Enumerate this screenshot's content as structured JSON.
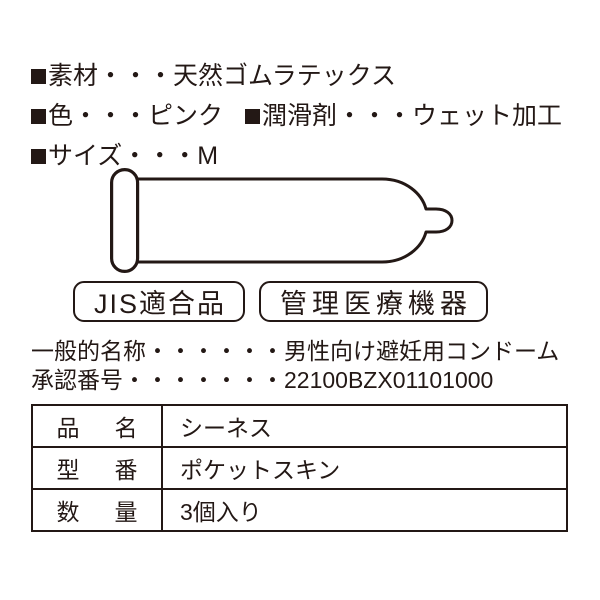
{
  "specs": {
    "lines": [
      {
        "segments": [
          {
            "bullet": "filled-square-bullet",
            "text": "素材・・・天然ゴムラテックス"
          }
        ]
      },
      {
        "segments": [
          {
            "bullet": "filled-square-bullet",
            "text": "色・・・ピンク"
          },
          {
            "bullet": "filled-square-bullet",
            "text": "潤滑剤・・・ウェット加工"
          }
        ]
      },
      {
        "segments": [
          {
            "bullet": "filled-square-bullet",
            "text": "サイズ・・・M"
          }
        ]
      }
    ]
  },
  "illustration": {
    "name": "condom-line-drawing",
    "description": "rolled condom outline with ring, body and reservoir tip",
    "stroke_color": "#231815",
    "fill_color": "#ffffff"
  },
  "badges": [
    {
      "label": "JIS適合品",
      "name": "jis-conformity-badge"
    },
    {
      "label": "管理医療機器",
      "name": "controlled-medical-device-badge"
    }
  ],
  "leader_lines": [
    {
      "label": "一般的名称",
      "dots": "・・・・・・",
      "value": "男性向け避妊用コンドーム"
    },
    {
      "label": "承認番号",
      "dots": "・・・・・・・",
      "value": "22100BZX01101000"
    }
  ],
  "table": {
    "rows": [
      {
        "label": "品　名",
        "value": "シーネス"
      },
      {
        "label": "型　番",
        "value": "ポケットスキン"
      },
      {
        "label": "数　量",
        "value": "3個入り"
      }
    ]
  },
  "colors": {
    "ink": "#231815",
    "background": "#ffffff"
  }
}
